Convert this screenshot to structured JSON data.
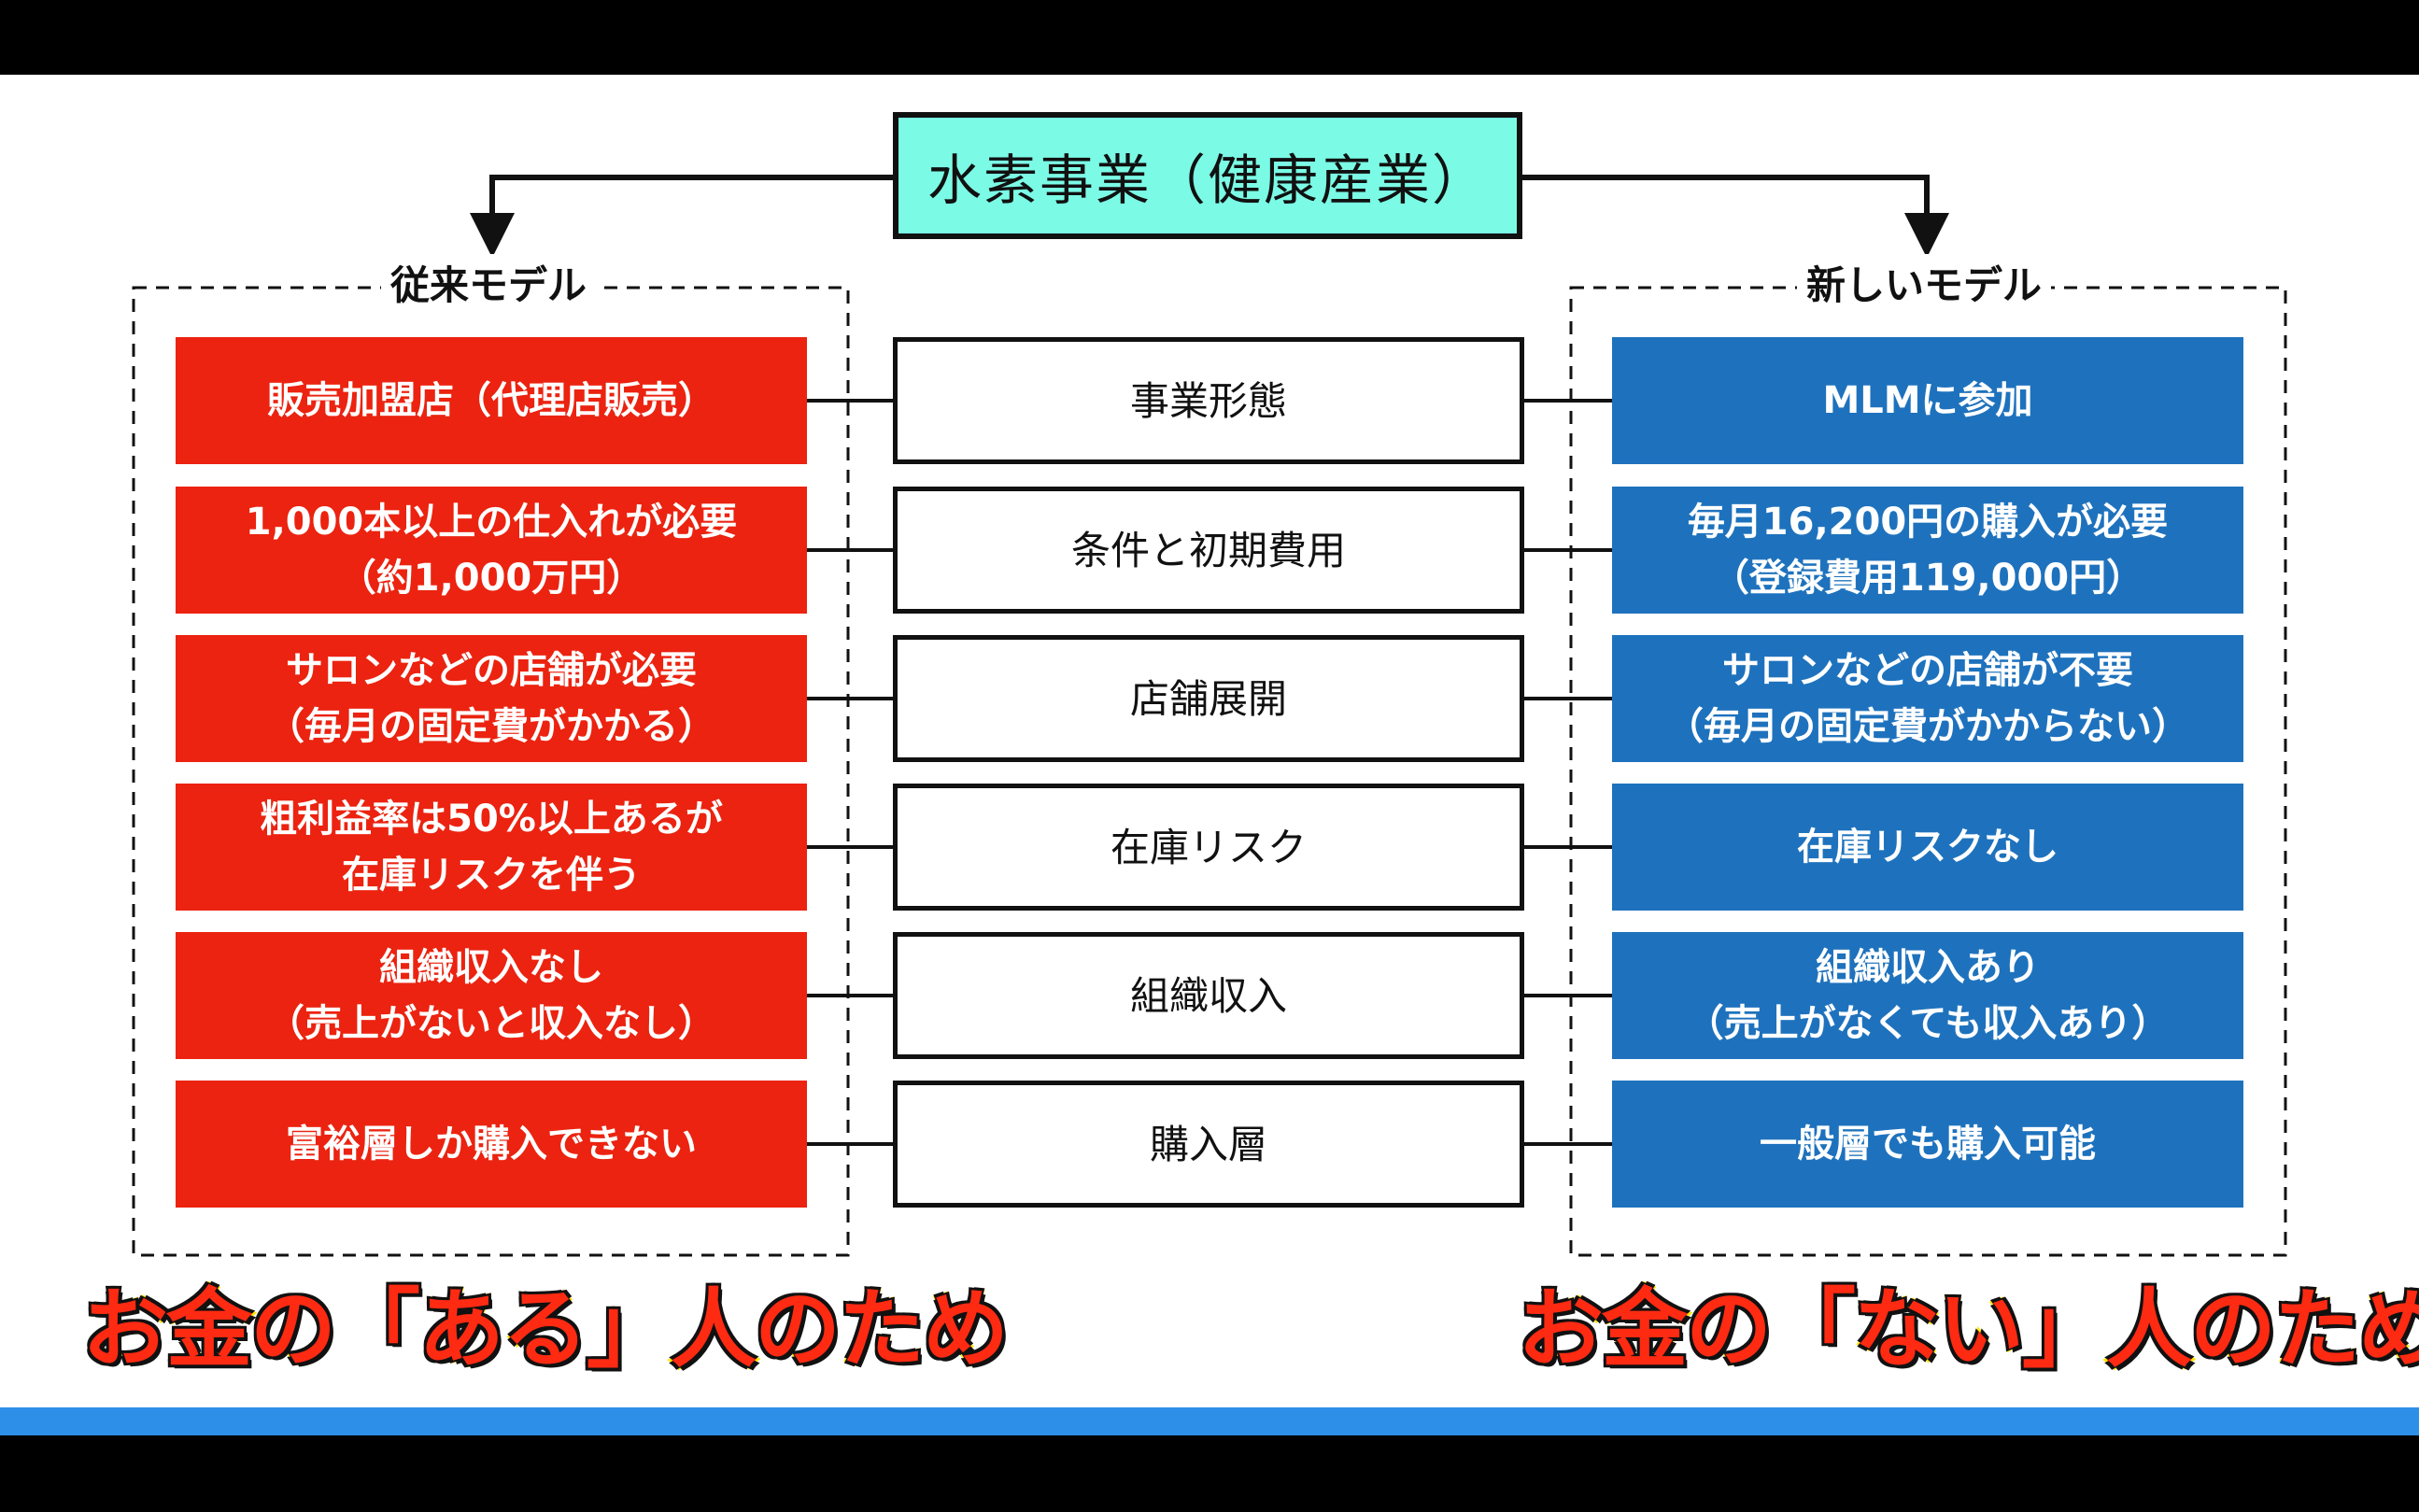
{
  "title": "水素事業（健康産業）",
  "left_group": {
    "label": "従来モデル",
    "rows": [
      {
        "line1": "販売加盟店（代理店販売）",
        "line2": ""
      },
      {
        "line1": "1,000本以上の仕入れが必要",
        "line2": "（約1,000万円）"
      },
      {
        "line1": "サロンなどの店舗が必要",
        "line2": "（毎月の固定費がかかる）"
      },
      {
        "line1": "粗利益率は50%以上あるが",
        "line2": "在庫リスクを伴う"
      },
      {
        "line1": "組織収入なし",
        "line2": "（売上がないと収入なし）"
      },
      {
        "line1": "富裕層しか購入できない",
        "line2": ""
      }
    ],
    "slogan": "お金の「ある」人のため",
    "color": "#eb2310"
  },
  "categories": [
    "事業形態",
    "条件と初期費用",
    "店舗展開",
    "在庫リスク",
    "組織収入",
    "購入層"
  ],
  "right_group": {
    "label": "新しいモデル",
    "rows": [
      {
        "line1": "MLMに参加",
        "line2": ""
      },
      {
        "line1": "毎月16,200円の購入が必要",
        "line2": "（登録費用119,000円）"
      },
      {
        "line1": "サロンなどの店舗が不要",
        "line2": "（毎月の固定費がかからない）"
      },
      {
        "line1": "在庫リスクなし",
        "line2": ""
      },
      {
        "line1": "組織収入あり",
        "line2": "（売上がなくても収入あり）"
      },
      {
        "line1": "一般層でも購入可能",
        "line2": ""
      }
    ],
    "slogan": "お金の「ない」人のため",
    "color": "#1e72bd"
  },
  "colors": {
    "title_bg": "#7bfbe6",
    "slogan_fill": "#ff2a12",
    "slogan_stroke": "#ffe600",
    "accent_bar": "#2e8fe8"
  }
}
